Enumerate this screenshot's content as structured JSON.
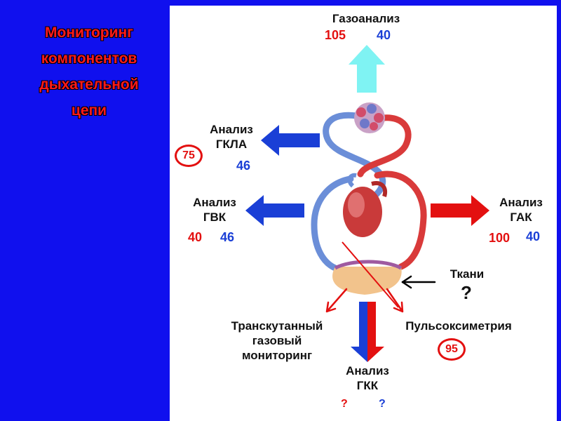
{
  "title": {
    "line1": "Мониторинг",
    "line2": "компонентов",
    "line3": "дыхательной",
    "line4": "цепи"
  },
  "gas_analysis": {
    "label": "Газоанализ",
    "red_value": "105",
    "blue_value": "40"
  },
  "gkla": {
    "label_line1": "Анализ",
    "label_line2": "ГКЛА",
    "red_value": "75",
    "blue_value": "46"
  },
  "gvk": {
    "label_line1": "Анализ",
    "label_line2": "ГВК",
    "red_value": "40",
    "blue_value": "46"
  },
  "gak": {
    "label_line1": "Анализ",
    "label_line2": "ГАК",
    "red_value": "100",
    "blue_value": "40"
  },
  "tissues": {
    "label": "Ткани",
    "value": "?"
  },
  "transcutaneous": {
    "line1": "Транскутанный",
    "line2": "газовый",
    "line3": "мониторинг"
  },
  "pulse_oximetry": {
    "label": "Пульсоксиметрия",
    "value": "95"
  },
  "gkk": {
    "label_line1": "Анализ",
    "label_line2": "ГКК",
    "red_value": "?",
    "blue_value": "?"
  },
  "colors": {
    "background": "#1010ee",
    "arterial": "#e31010",
    "venous": "#1a3fd6",
    "exhale_arrow": "#7ff3f3"
  }
}
